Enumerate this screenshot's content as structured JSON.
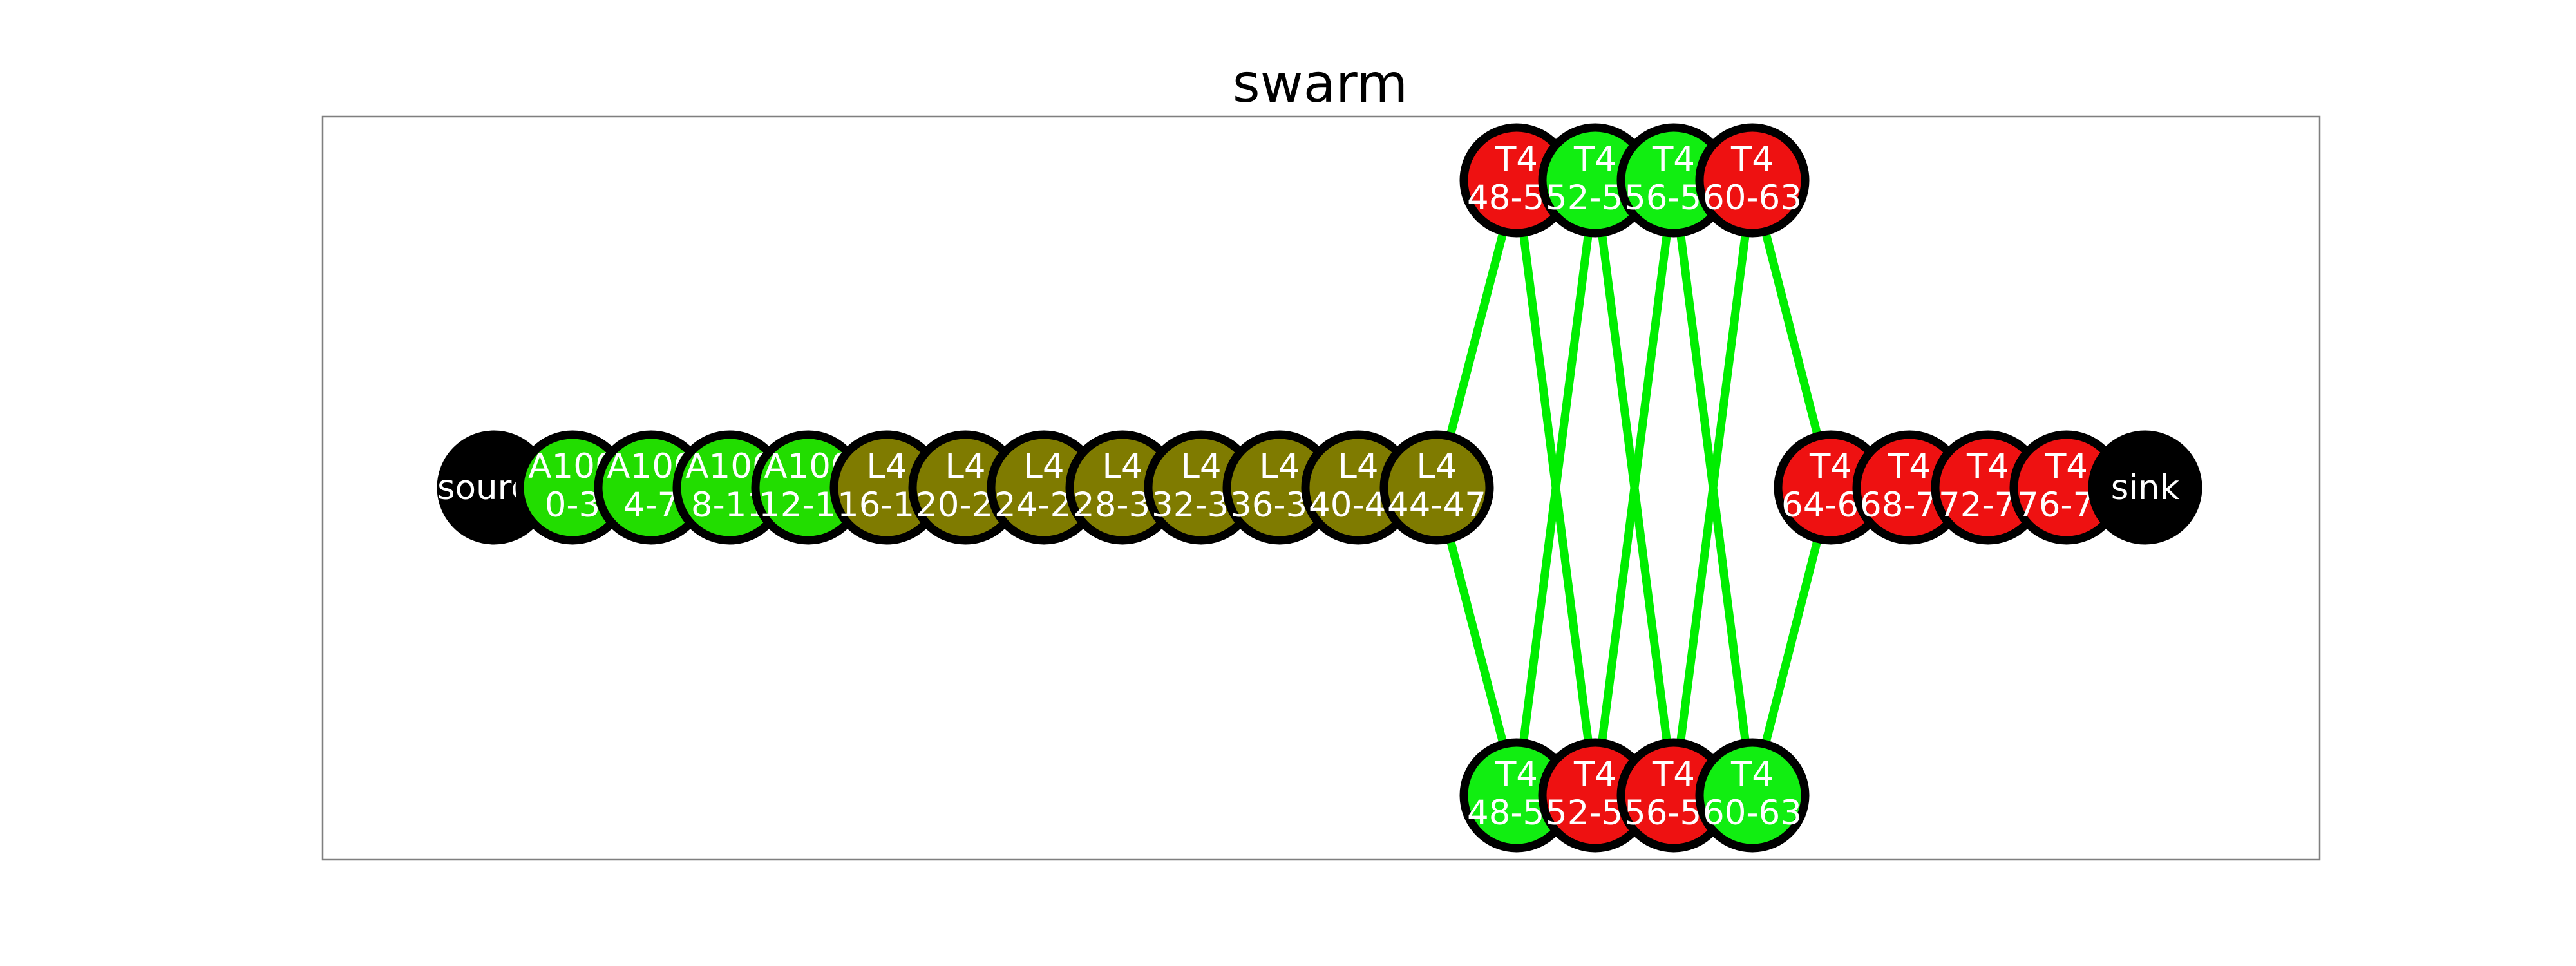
{
  "title": "swarm",
  "colors": {
    "edge": "#00ee00",
    "node_outline": "#000000",
    "label": "#ffffff",
    "black": "#000000",
    "green": "#22dd00",
    "bright_green": "#11ee11",
    "olive": "#7f7b00",
    "red": "#ee1111"
  },
  "nodes": [
    {
      "id": "source",
      "lines": [
        "source"
      ],
      "color": "black"
    },
    {
      "id": "a100-0-3",
      "lines": [
        "A100",
        "0-3"
      ],
      "color": "green"
    },
    {
      "id": "a100-4-7",
      "lines": [
        "A100",
        "4-7"
      ],
      "color": "green"
    },
    {
      "id": "a100-8-11",
      "lines": [
        "A100",
        "8-11"
      ],
      "color": "green"
    },
    {
      "id": "a100-12-15",
      "lines": [
        "A100",
        "12-15"
      ],
      "color": "green"
    },
    {
      "id": "l4-16-19",
      "lines": [
        "L4",
        "16-19"
      ],
      "color": "olive"
    },
    {
      "id": "l4-20-23",
      "lines": [
        "L4",
        "20-23"
      ],
      "color": "olive"
    },
    {
      "id": "l4-24-27",
      "lines": [
        "L4",
        "24-27"
      ],
      "color": "olive"
    },
    {
      "id": "l4-28-31",
      "lines": [
        "L4",
        "28-31"
      ],
      "color": "olive"
    },
    {
      "id": "l4-32-35",
      "lines": [
        "L4",
        "32-35"
      ],
      "color": "olive"
    },
    {
      "id": "l4-36-39",
      "lines": [
        "L4",
        "36-39"
      ],
      "color": "olive"
    },
    {
      "id": "l4-40-43",
      "lines": [
        "L4",
        "40-43"
      ],
      "color": "olive"
    },
    {
      "id": "l4-44-47",
      "lines": [
        "L4",
        "44-47"
      ],
      "color": "olive"
    },
    {
      "id": "top-t4-48-51",
      "lines": [
        "T4",
        "48-51"
      ],
      "color": "red"
    },
    {
      "id": "top-t4-52-55",
      "lines": [
        "T4",
        "52-55"
      ],
      "color": "bright_green"
    },
    {
      "id": "top-t4-56-59",
      "lines": [
        "T4",
        "56-59"
      ],
      "color": "bright_green"
    },
    {
      "id": "top-t4-60-63",
      "lines": [
        "T4",
        "60-63"
      ],
      "color": "red"
    },
    {
      "id": "bot-t4-48-51",
      "lines": [
        "T4",
        "48-51"
      ],
      "color": "bright_green"
    },
    {
      "id": "bot-t4-52-55",
      "lines": [
        "T4",
        "52-55"
      ],
      "color": "red"
    },
    {
      "id": "bot-t4-56-59",
      "lines": [
        "T4",
        "56-59"
      ],
      "color": "red"
    },
    {
      "id": "bot-t4-60-63",
      "lines": [
        "T4",
        "60-63"
      ],
      "color": "bright_green"
    },
    {
      "id": "t4-64-67",
      "lines": [
        "T4",
        "64-67"
      ],
      "color": "red"
    },
    {
      "id": "t4-68-71",
      "lines": [
        "T4",
        "68-71"
      ],
      "color": "red"
    },
    {
      "id": "t4-72-75",
      "lines": [
        "T4",
        "72-75"
      ],
      "color": "red"
    },
    {
      "id": "t4-76-79",
      "lines": [
        "T4",
        "76-79"
      ],
      "color": "red"
    },
    {
      "id": "sink",
      "lines": [
        "sink"
      ],
      "color": "black"
    }
  ],
  "edges": [
    [
      "l4-44-47",
      "top-t4-48-51"
    ],
    [
      "l4-44-47",
      "bot-t4-48-51"
    ],
    [
      "top-t4-48-51",
      "bot-t4-52-55"
    ],
    [
      "top-t4-52-55",
      "bot-t4-48-51"
    ],
    [
      "top-t4-52-55",
      "bot-t4-56-59"
    ],
    [
      "top-t4-56-59",
      "bot-t4-52-55"
    ],
    [
      "top-t4-56-59",
      "bot-t4-60-63"
    ],
    [
      "top-t4-60-63",
      "bot-t4-56-59"
    ],
    [
      "top-t4-60-63",
      "t4-64-67"
    ],
    [
      "bot-t4-60-63",
      "t4-64-67"
    ]
  ]
}
